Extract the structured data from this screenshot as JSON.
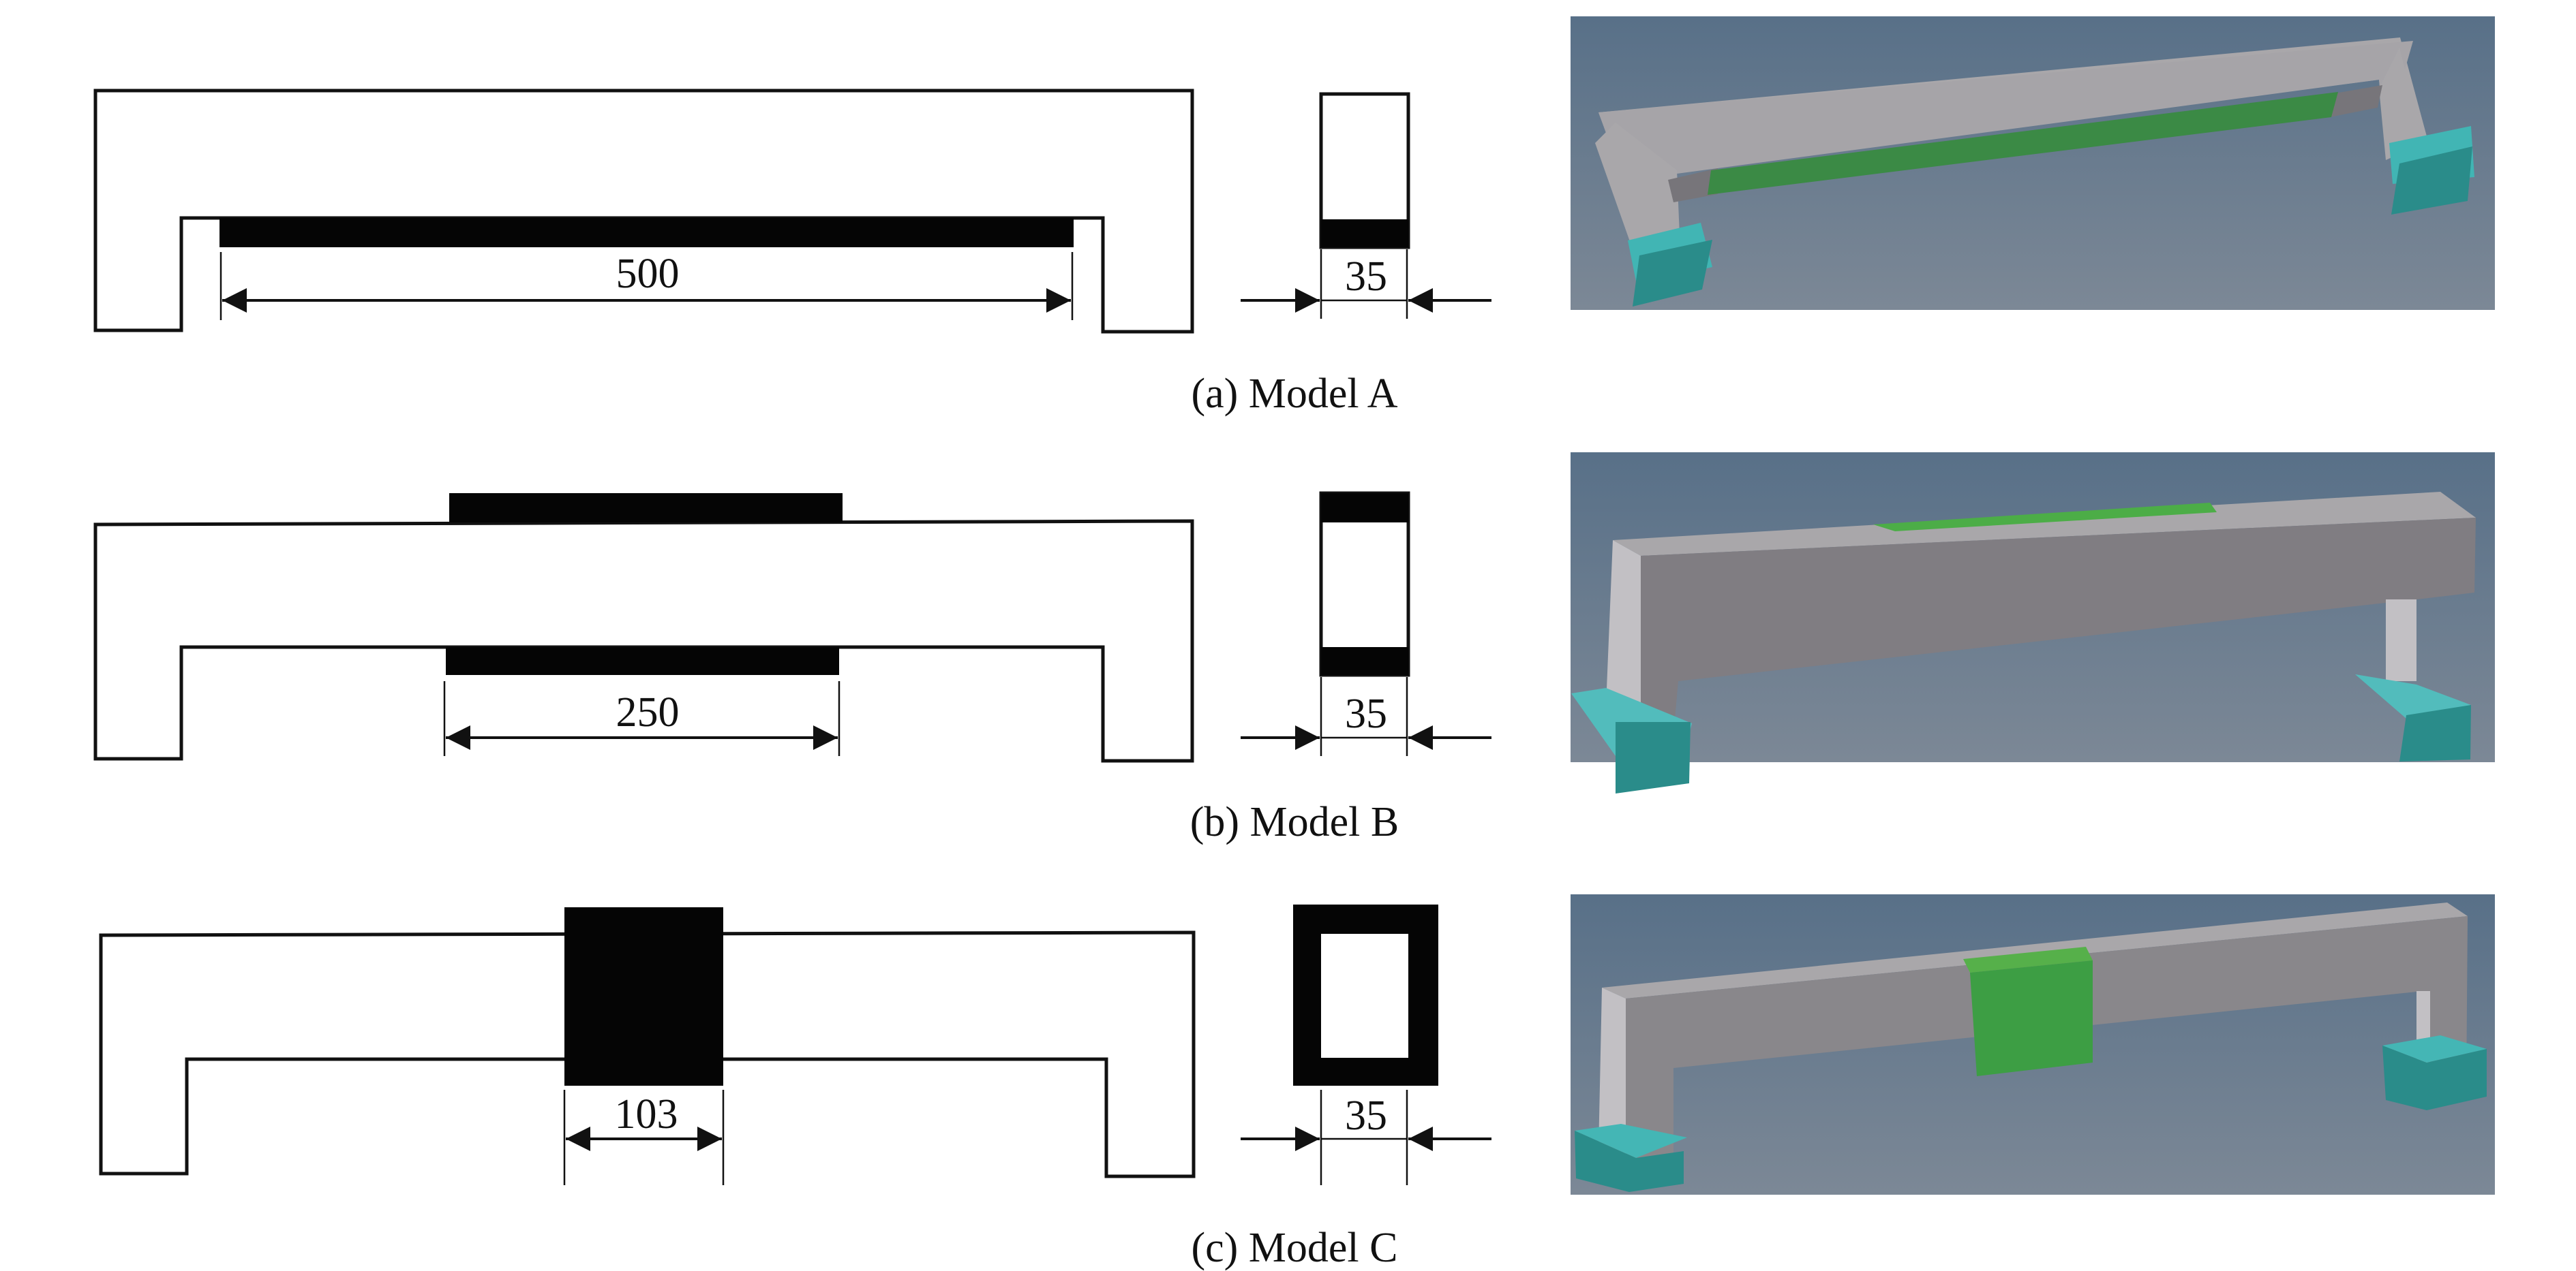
{
  "figure": {
    "colors": {
      "cfrp_strip": "#050505",
      "render_bg_top": "#587088",
      "render_bg_bottom": "#7c8896",
      "concrete_light": "#a9a7aa",
      "concrete_face": "#858288",
      "concrete_shadow": "#76747a",
      "cfrp_green": "#3b8a45",
      "cfrp_green_light": "#4cad47",
      "footing_cyan": "#41b5b4",
      "footing_cyan_dark": "#2a8c8a"
    },
    "panels": [
      {
        "id": "a",
        "caption": "(a) Model A",
        "model": "Model A",
        "strengthening": "bottom soffit strip",
        "length_dimension": "500",
        "section_width_dimension": "35",
        "render_description": "3D FE model with green CFRP strip along beam soffit and cyan footings"
      },
      {
        "id": "b",
        "caption": "(b) Model B",
        "model": "Model B",
        "strengthening": "top and bottom strips at midspan",
        "length_dimension": "250",
        "section_width_dimension": "35",
        "render_description": "3D FE model with green CFRP patch on beam top at midspan and cyan footings"
      },
      {
        "id": "c",
        "caption": "(c) Model C",
        "model": "Model C",
        "strengthening": "full wrap jacket at midspan",
        "length_dimension": "103",
        "section_width_dimension": "35",
        "render_description": "3D FE model with green CFRP wrap around beam at midspan and cyan footings"
      }
    ]
  }
}
